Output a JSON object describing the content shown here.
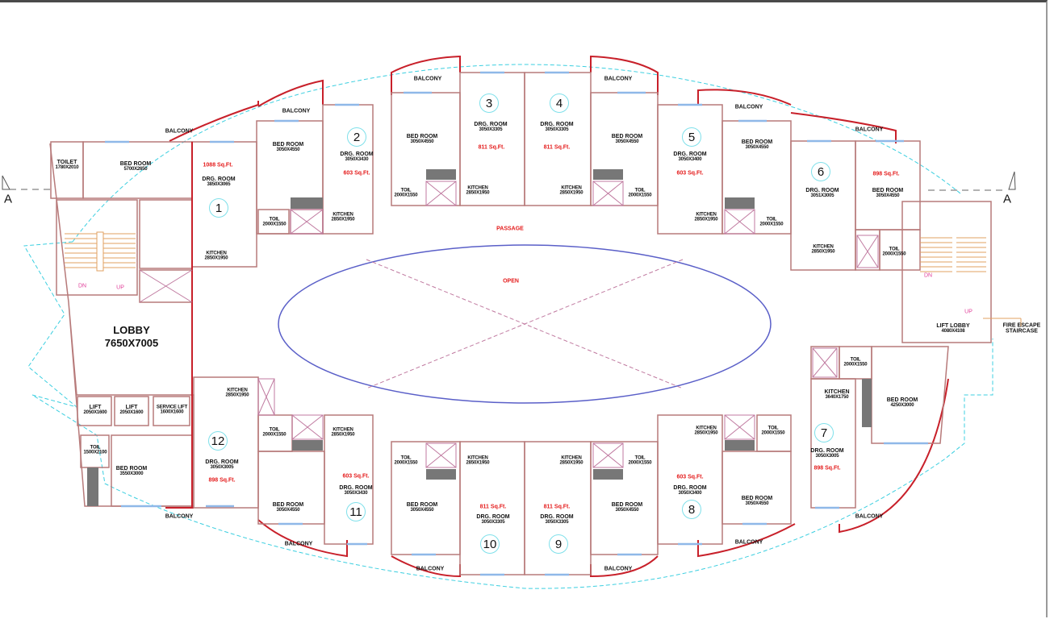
{
  "drawing": {
    "type": "floor-plan",
    "section_marker": "A",
    "center": {
      "label": "OPEN",
      "corridor_label": "PASSAGE"
    },
    "lobby": {
      "name": "LOBBY",
      "dim": "7650X7005"
    },
    "lift_lobby": {
      "name": "LIFT LOBBY",
      "dim": "4080X4108"
    },
    "fire_escape": "FIRE ESCAPE STAIRCASE",
    "stairs": {
      "down": "DN",
      "up": "UP"
    },
    "lifts": [
      {
        "name": "LIFT",
        "dim": "2050X1600"
      },
      {
        "name": "LIFT",
        "dim": "2050X1600"
      },
      {
        "name": "SERVICE LIFT",
        "dim": "1600X1600"
      }
    ],
    "balcony_label": "BALCONY",
    "misc_rooms": [
      {
        "name": "TOILET",
        "dim": "1780X2010"
      },
      {
        "name": "BED ROOM",
        "dim": "5700X2650"
      },
      {
        "name": "BED ROOM",
        "dim": "3550X3000"
      },
      {
        "name": "BED ROOM",
        "dim": "4250X3000"
      },
      {
        "name": "TOIL",
        "dim": "1500X2100"
      },
      {
        "name": "TOIL",
        "dim": "2000X1550"
      },
      {
        "name": "KITCHEN",
        "dim": "3640X1750"
      }
    ],
    "units": [
      {
        "no": "1",
        "room": "DRG. ROOM",
        "dim": "3850X3065",
        "area": "1088 Sq.Ft."
      },
      {
        "no": "2",
        "room": "DRG. ROOM",
        "dim": "3050X3430",
        "area": "603 Sq.Ft."
      },
      {
        "no": "3",
        "room": "DRG. ROOM",
        "dim": "3050X3305",
        "area": "811 Sq.Ft."
      },
      {
        "no": "4",
        "room": "DRG. ROOM",
        "dim": "3050X3305",
        "area": "811 Sq.Ft."
      },
      {
        "no": "5",
        "room": "DRG. ROOM",
        "dim": "3050X3400",
        "area": "603 Sq.Ft."
      },
      {
        "no": "6",
        "room": "DRG. ROOM",
        "dim": "3051X3005",
        "area": "898 Sq.Ft."
      },
      {
        "no": "7",
        "room": "DRG. ROOM",
        "dim": "3050X3005",
        "area": "898 Sq.Ft."
      },
      {
        "no": "8",
        "room": "DRG. ROOM",
        "dim": "3050X3400",
        "area": "603 Sq.Ft."
      },
      {
        "no": "9",
        "room": "DRG. ROOM",
        "dim": "3050X3305",
        "area": "811 Sq.Ft."
      },
      {
        "no": "10",
        "room": "DRG. ROOM",
        "dim": "3050X3305",
        "area": "811 Sq.Ft."
      },
      {
        "no": "11",
        "room": "DRG. ROOM",
        "dim": "3050X3430",
        "area": "603 Sq.Ft."
      },
      {
        "no": "12",
        "room": "DRG. ROOM",
        "dim": "3050X3005",
        "area": "898 Sq.Ft."
      }
    ],
    "unit_bed": {
      "name": "BED ROOM",
      "dim": "3050X4550"
    },
    "unit_kitchen": {
      "name": "KITCHEN",
      "dim": "2850X1950"
    },
    "unit_toilet": {
      "name": "TOIL",
      "dim": "2000X1550"
    },
    "colors": {
      "wall": "#c8202a",
      "wall_light": "#b77a7a",
      "window": "#8fb8e8",
      "boundary": "#3ccfe0",
      "open_ellipse": "#5a5fc8",
      "open_diag": "#c07aa0",
      "stair": "#e0a060",
      "area_text": "#e41b1b"
    }
  }
}
